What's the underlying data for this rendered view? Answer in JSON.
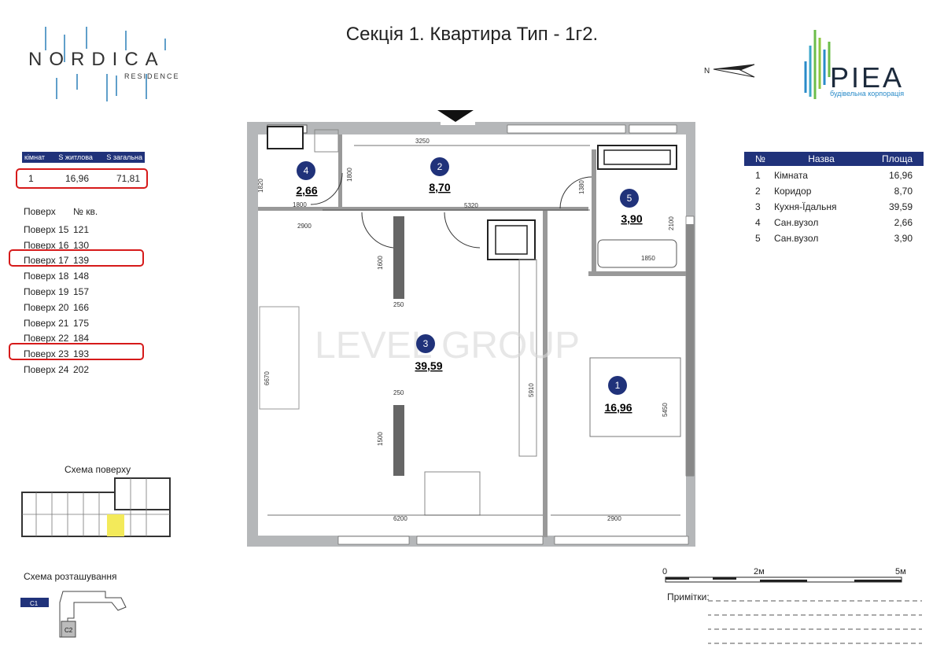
{
  "title": "Секція 1. Квартира Тип - 1г2.",
  "brand_left": {
    "name": "NORDICA",
    "sub": "RESIDENCE"
  },
  "brand_right": {
    "name": "PIEA",
    "sub": "будівельна корпорація"
  },
  "summary": {
    "headers": [
      "кімнат",
      "S житлова",
      "S загальна"
    ],
    "values": [
      "1",
      "16,96",
      "71,81"
    ]
  },
  "floors": {
    "headers": [
      "Поверх",
      "№ кв."
    ],
    "rows": [
      [
        "Поверх 15",
        "121"
      ],
      [
        "Поверх 16",
        "130"
      ],
      [
        "Поверх 17",
        "139"
      ],
      [
        "Поверх 18",
        "148"
      ],
      [
        "Поверх 19",
        "157"
      ],
      [
        "Поверх 20",
        "166"
      ],
      [
        "Поверх 21",
        "175"
      ],
      [
        "Поверх 22",
        "184"
      ],
      [
        "Поверх 23",
        "193"
      ],
      [
        "Поверх 24",
        "202"
      ]
    ]
  },
  "rooms_table": {
    "headers": [
      "№",
      "Назва",
      "Площа"
    ],
    "rows": [
      [
        "1",
        "Кімната",
        "16,96"
      ],
      [
        "2",
        "Коридор",
        "8,70"
      ],
      [
        "3",
        "Кухня-Їдальня",
        "39,59"
      ],
      [
        "4",
        "Сан.вузол",
        "2,66"
      ],
      [
        "5",
        "Сан.вузол",
        "3,90"
      ]
    ]
  },
  "plan": {
    "rooms": [
      {
        "num": "4",
        "area": "2,66"
      },
      {
        "num": "2",
        "area": "8,70"
      },
      {
        "num": "5",
        "area": "3,90"
      },
      {
        "num": "3",
        "area": "39,59"
      },
      {
        "num": "1",
        "area": "16,96"
      }
    ],
    "dims": [
      "3250",
      "1820",
      "1800",
      "1800",
      "5320",
      "1380",
      "2100",
      "2900",
      "1600",
      "1850",
      "250",
      "6670",
      "250",
      "5910",
      "5450",
      "1500",
      "6200",
      "2900"
    ],
    "watermark": "LEVEL GROUP",
    "north": "N"
  },
  "floor_scheme_label": "Схема поверху",
  "location_scheme_label": "Схема розташування",
  "location_tags": [
    "C1",
    "C2"
  ],
  "scale": {
    "ticks": [
      "0",
      "2м",
      "5м"
    ]
  },
  "notes_label": "Примітки:",
  "colors": {
    "accent": "#20327a",
    "highlight": "#d61a1a",
    "wall": "#b5b7b9",
    "badge": "#20327a"
  }
}
